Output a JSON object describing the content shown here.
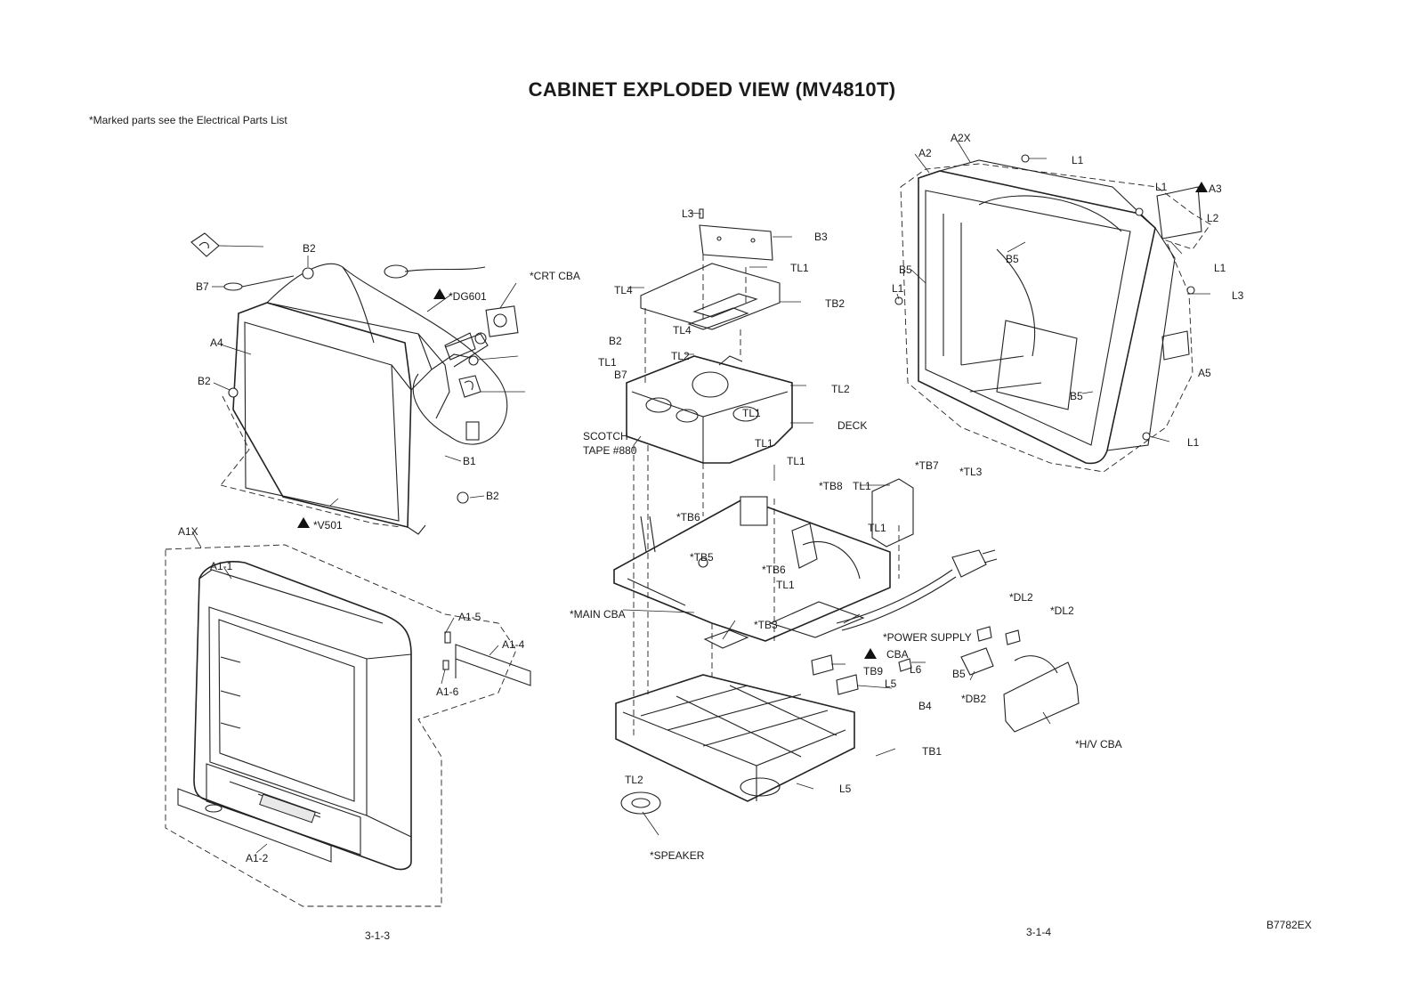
{
  "title": "CABINET EXPLODED VIEW (MV4810T)",
  "note": "*Marked parts see  the Electrical Parts List",
  "page_left": "3-1-3",
  "page_right": "3-1-4",
  "doc_code": "B7782EX",
  "warning_symbol": "warning-triangle-icon",
  "labels": {
    "b2_top": "B2",
    "b7_left": "B7",
    "crt_cba": "*CRT CBA",
    "dg601": "*DG601",
    "a4": "A4",
    "b2_left": "B2",
    "b1": "B1",
    "b2_bottom": "B2",
    "v501": "*V501",
    "a1x": "A1X",
    "a1_1": "A1-1",
    "a1_5": "A1-5",
    "a1_4": "A1-4",
    "a1_6": "A1-6",
    "a1_2": "A1-2",
    "l3_top": "L3",
    "b3": "B3",
    "tl1_a": "TL1",
    "tl4_a": "TL4",
    "tb2": "TB2",
    "tl4_b": "TL4",
    "b2_mid": "B2",
    "tl1_b": "TL1",
    "b7_mid": "B7",
    "tl2_a": "TL2",
    "tl2_b": "TL2",
    "tl1_c": "TL1",
    "tl1_d": "TL1",
    "deck": "DECK",
    "scotch": "SCOTCH",
    "tape": "TAPE #880",
    "tl1_e": "TL1",
    "tb7": "*TB7",
    "tl3": "*TL3",
    "tb8": "*TB8",
    "tl1_f": "TL1",
    "tb6_a": "*TB6",
    "tl1_g": "TL1",
    "tb5": "*TB5",
    "tb6_b": "*TB6",
    "tl1_h": "TL1",
    "main_cba": "*MAIN CBA",
    "tb3": "*TB3",
    "dl2_a": "*DL2",
    "dl2_b": "*DL2",
    "power_supply": "*POWER SUPPLY",
    "cba": "CBA",
    "tb9": "TB9",
    "l6": "L6",
    "l5_a": "L5",
    "b5_a": "B5",
    "b4": "B4",
    "db2": "*DB2",
    "hv_cba": "*H/V CBA",
    "tb1": "TB1",
    "tl2_c": "TL2",
    "l5_b": "L5",
    "speaker": "*SPEAKER",
    "a2x": "A2X",
    "a2": "A2",
    "l1_a": "L1",
    "l1_b": "L1",
    "a3": "A3",
    "l2": "L2",
    "l1_c": "L1",
    "b5_b": "B5",
    "b5_c": "B5",
    "l1_d": "L1",
    "l3_right": "L3",
    "a5": "A5",
    "b5_d": "B5",
    "l1_e": "L1"
  }
}
